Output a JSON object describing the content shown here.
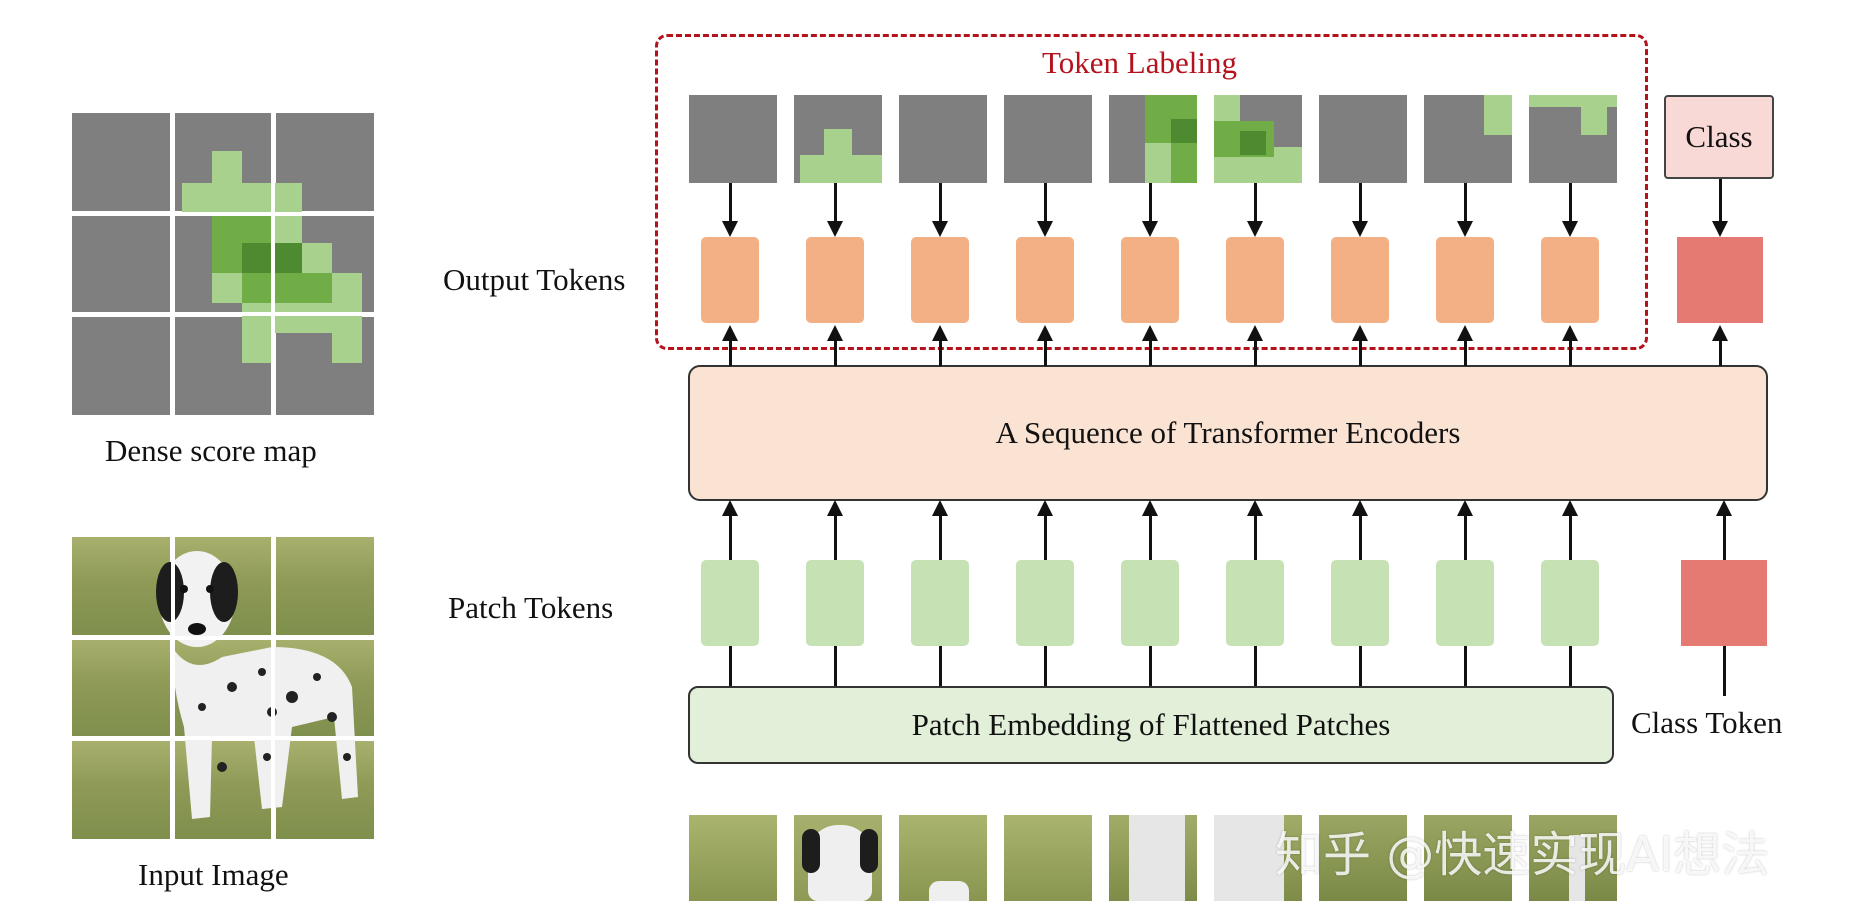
{
  "left": {
    "dense_label": "Dense score map",
    "input_label": "Input Image"
  },
  "right": {
    "token_labeling": "Token Labeling",
    "output_tokens": "Output Tokens",
    "patch_tokens": "Patch Tokens",
    "encoder": "A Sequence of Transformer Encoders",
    "embedding": "Patch Embedding of Flattened Patches",
    "class_label": "Class",
    "class_token": "Class Token"
  },
  "watermark": "知乎 @快速实现AI想法",
  "colors": {
    "output_token": "#f3b085",
    "patch_token": "#c6e2b5",
    "class_token": "#e57a72",
    "class_box": "#f9d9d5",
    "encoder_fill": "#fbe3d3",
    "embedding_fill": "#e2efd9",
    "dashed_border": "#b4121d",
    "grey_cell": "#7f7f7f",
    "light_green": "#a9d18e",
    "mid_green": "#70ad47",
    "dark_green": "#4e8a2f"
  }
}
